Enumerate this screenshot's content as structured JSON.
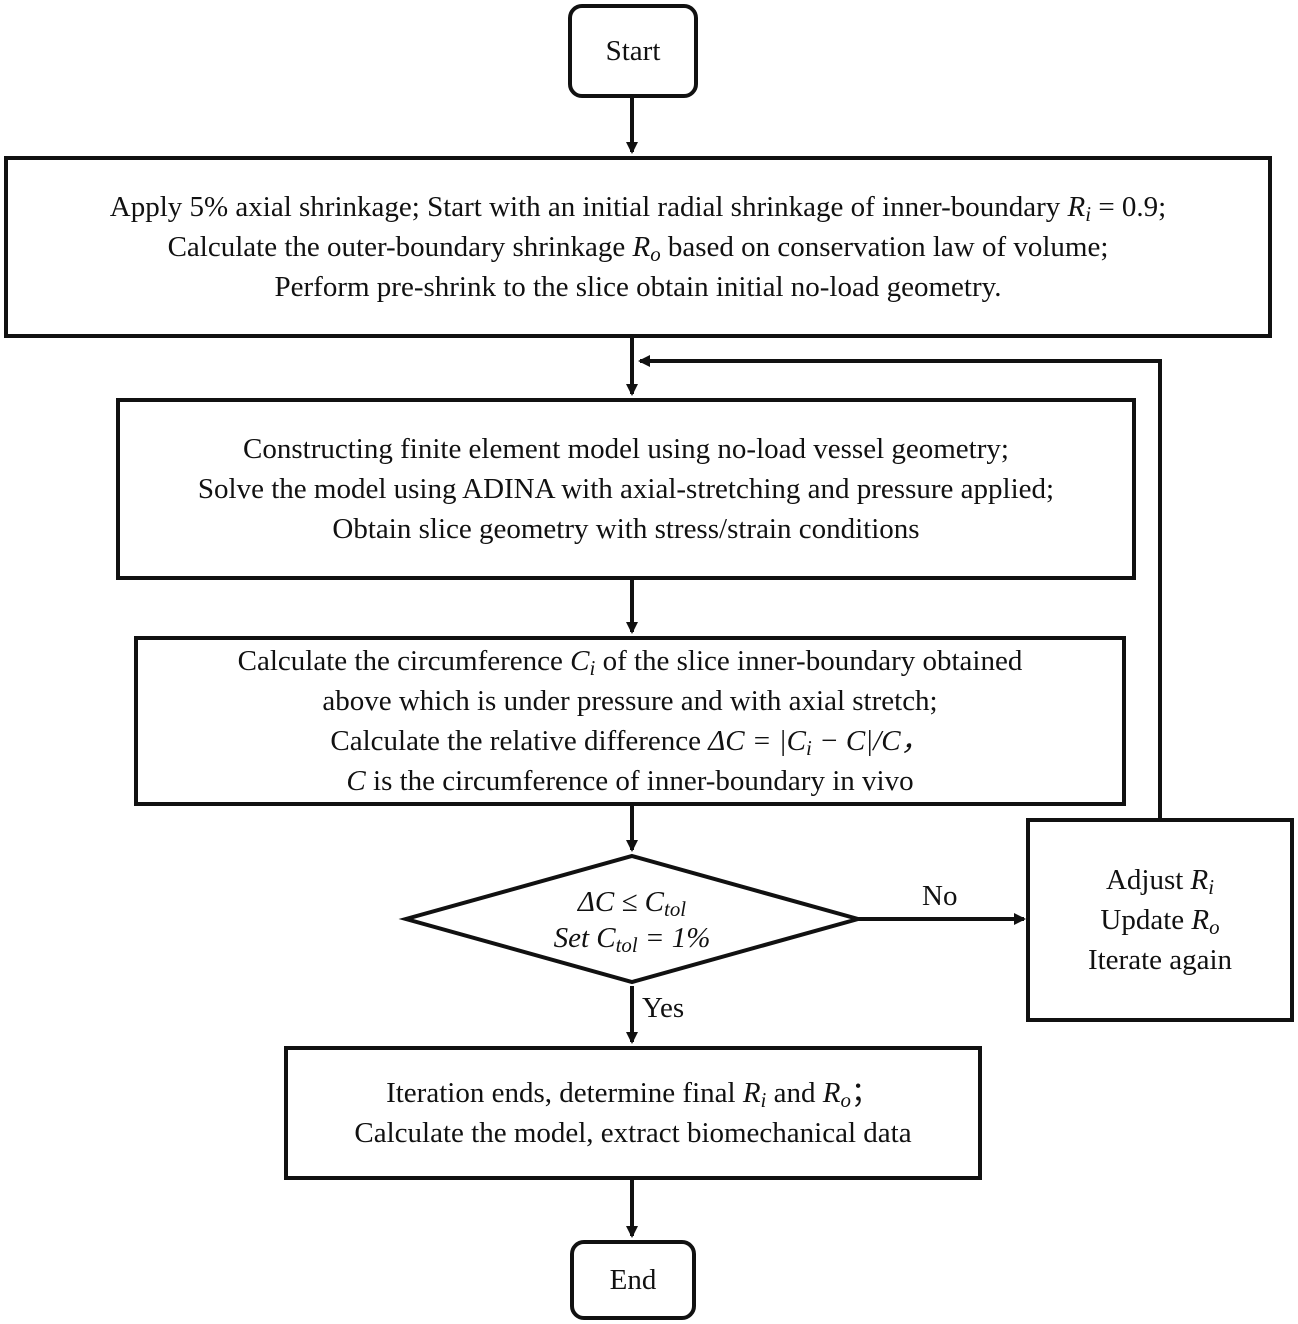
{
  "nodes": {
    "start": {
      "label": "Start"
    },
    "init": {
      "line1": {
        "pre": "Apply 5% axial shrinkage; Start with an initial radial shrinkage of inner-boundary ",
        "var": "R",
        "sub": "i",
        "post": " = 0.9;"
      },
      "line2": {
        "pre": "Calculate the outer-boundary shrinkage ",
        "var": "R",
        "sub": "o",
        "post": " based on conservation law of volume;"
      },
      "line3": "Perform pre-shrink to the slice obtain initial no-load geometry."
    },
    "model": {
      "line1": "Constructing finite element model using no-load vessel geometry;",
      "line2": "Solve the model using ADINA with axial-stretching and pressure applied;",
      "line3": "Obtain slice geometry with stress/strain conditions"
    },
    "calc": {
      "line1": {
        "pre": "Calculate the circumference ",
        "var": "C",
        "sub": "i",
        "post": " of the slice inner-boundary obtained"
      },
      "line2": "above which is under pressure and with axial stretch;",
      "line3": {
        "pre": "Calculate the relative difference ",
        "formula": "ΔC = |C",
        "sub": "i",
        "post": " − C|/C，"
      },
      "line4": {
        "var": "C",
        "post": " is the circumference of inner-boundary in vivo"
      }
    },
    "decision": {
      "line1": {
        "pre": "ΔC  ≤ C",
        "sub": "tol"
      },
      "line2": {
        "pre": "Set C",
        "sub": "tol",
        "post": " = 1%"
      }
    },
    "adjust": {
      "line1": {
        "pre": "Adjust ",
        "var": "R",
        "sub": "i"
      },
      "line2": {
        "pre": "Update ",
        "var": "R",
        "sub": "o"
      },
      "line3": "Iterate again"
    },
    "final": {
      "line1": {
        "pre": "Iteration ends, determine final ",
        "var1": "R",
        "sub1": "i",
        "mid": " and ",
        "var2": "R",
        "sub2": "o",
        "post": "；"
      },
      "line2": "Calculate the model, extract biomechanical data"
    },
    "end": {
      "label": "End"
    }
  },
  "edges": {
    "no_label": "No",
    "yes_label": "Yes"
  }
}
